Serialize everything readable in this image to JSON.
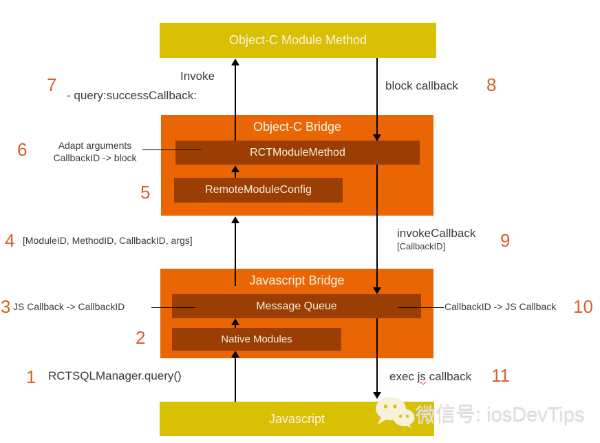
{
  "colors": {
    "yellow_box": "#d9c005",
    "orange_box": "#ea6604",
    "dark_bar": "#9a3e03",
    "box_text": "#faf5e2",
    "label_text": "#3a3a3a",
    "step_number": "#d2622a",
    "arrow": "#000000",
    "watermark_text_color": "#dededa"
  },
  "boxes": {
    "module_method": "Object-C Module Method",
    "objc_bridge": "Object-C Bridge",
    "rct_module_method": "RCTModuleMethod",
    "remote_module_config": "RemoteModuleConfig",
    "js_bridge": "Javascript Bridge",
    "message_queue": "Message Queue",
    "native_modules": "Native Modules",
    "javascript": "Javascript"
  },
  "steps": {
    "s1": {
      "num": "1",
      "text": "RCTSQLManager.query()"
    },
    "s2": {
      "num": "2"
    },
    "s3": {
      "num": "3",
      "text": "JS Callback -> CallbackID"
    },
    "s4": {
      "num": "4",
      "text": "[ModuleID, MethodID, CallbackID, args]"
    },
    "s5": {
      "num": "5"
    },
    "s6": {
      "num": "6",
      "line1": "Adapt arguments",
      "line2": "CallbackID -> block"
    },
    "s7": {
      "num": "7",
      "line1": "Invoke",
      "line2": "- query:successCallback:"
    },
    "s8": {
      "num": "8",
      "text": "block callback"
    },
    "s9": {
      "num": "9",
      "line1": "invokeCallback",
      "line2": "[CallbackID]"
    },
    "s10": {
      "num": "10",
      "text": "CallbackID -> JS Callback"
    },
    "s11": {
      "num": "11",
      "pre": "exec ",
      "misspelled": "js",
      "post": " callback"
    }
  },
  "watermark": {
    "icon": "wechat-icon",
    "text": "微信号: iosDevTips"
  }
}
